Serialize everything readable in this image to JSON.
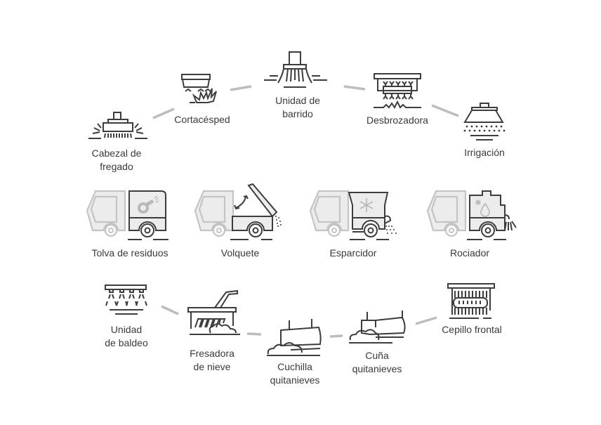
{
  "diagram": {
    "title": "Accesorios",
    "top_arc": [
      {
        "id": "cabezal-fregado",
        "label": "Cabezal de\nfregado",
        "icon": "scrub-head-icon"
      },
      {
        "id": "cortacesped",
        "label": "Cortacésped",
        "icon": "lawn-mower-icon"
      },
      {
        "id": "unidad-barrido",
        "label": "Unidad de\nbarrido",
        "icon": "sweeper-brush-icon"
      },
      {
        "id": "desbrozadora",
        "label": "Desbrozadora",
        "icon": "brush-cutter-icon"
      },
      {
        "id": "irrigacion",
        "label": "Irrigación",
        "icon": "irrigation-icon"
      }
    ],
    "vehicles": [
      {
        "id": "tolva-residuos",
        "label": "Tolva de residuos",
        "icon": "waste-hopper-truck-icon"
      },
      {
        "id": "volquete",
        "label": "Volquete",
        "icon": "dump-truck-icon"
      },
      {
        "id": "esparcidor",
        "label": "Esparcidor",
        "icon": "spreader-truck-icon"
      },
      {
        "id": "rociador",
        "label": "Rociador",
        "icon": "sprayer-truck-icon"
      }
    ],
    "bottom_arc": [
      {
        "id": "unidad-baldeo",
        "label": "Unidad\nde baldeo",
        "icon": "washing-unit-icon"
      },
      {
        "id": "fresadora-nieve",
        "label": "Fresadora\nde nieve",
        "icon": "snow-blower-icon"
      },
      {
        "id": "cuchilla-quitanieves",
        "label": "Cuchilla\nquitanieves",
        "icon": "snow-plow-blade-icon"
      },
      {
        "id": "cuna-quitanieves",
        "label": "Cuña\nquitanieves",
        "icon": "snow-wedge-plow-icon"
      },
      {
        "id": "cepillo-frontal",
        "label": "Cepillo frontal",
        "icon": "front-brush-icon"
      }
    ]
  },
  "colors": {
    "stroke": "#3d3d3d",
    "light_stroke": "#c4c4c4",
    "fill": "#ececec",
    "connector": "#bdbdbd",
    "text": "#3a3a3a"
  }
}
